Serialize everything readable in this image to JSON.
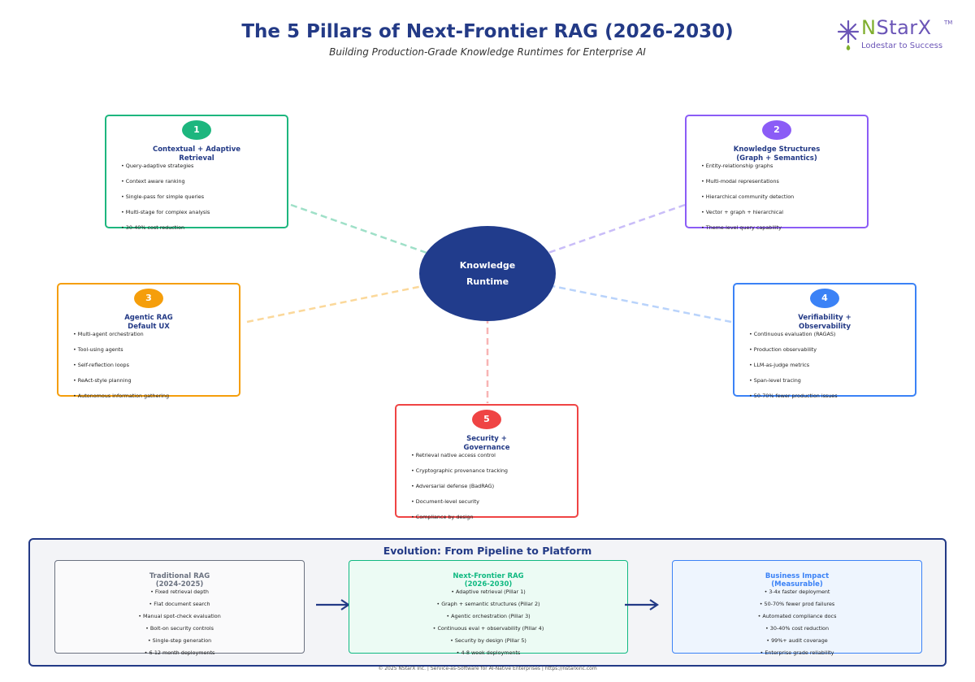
{
  "header": {
    "title": "The 5 Pillars of Next-Frontier RAG (2026-2030)",
    "subtitle": "Building Production-Grade Knowledge Runtimes for Enterprise AI"
  },
  "logo": {
    "name_n": "N",
    "name_rest": "StarX",
    "tm": "TM",
    "tagline": "Lodestar to Success",
    "icon": "asterisk-star-icon"
  },
  "hub": {
    "line1": "Knowledge",
    "line2": "Runtime",
    "color": "#213c8c"
  },
  "pillars": [
    {
      "number": "1",
      "title1": "Contextual + Adaptive",
      "title2": "Retrieval",
      "color": "#1db67e",
      "bullets": [
        "• Query-adaptive strategies",
        "• Context aware ranking",
        "• Single-pass for simple queries",
        "• Multi-stage for complex analysis",
        "• 30-40% cost reduction"
      ]
    },
    {
      "number": "2",
      "title1": "Knowledge Structures",
      "title2": "(Graph + Semantics)",
      "color": "#8b5cf6",
      "bullets": [
        "• Entity-relationship graphs",
        "• Multi-modal representations",
        "• Hierarchical community detection",
        "• Vector + graph + hierarchical",
        "• Theme-level query capability"
      ]
    },
    {
      "number": "3",
      "title1": "Agentic RAG",
      "title2": "Default UX",
      "color": "#f59e0b",
      "bullets": [
        "• Multi-agent orchestration",
        "• Tool-using agents",
        "• Self-reflection loops",
        "• ReAct-style planning",
        "• Autonomous information gathering"
      ]
    },
    {
      "number": "4",
      "title1": "Verifiability +",
      "title2": "Observability",
      "color": "#3b82f6",
      "bullets": [
        "• Continuous evaluation (RAGAS)",
        "• Production observability",
        "• LLM-as-judge metrics",
        "• Span-level tracing",
        "• 50-70% fewer production issues"
      ]
    },
    {
      "number": "5",
      "title1": "Security +",
      "title2": "Governance",
      "color": "#ef4444",
      "bullets": [
        "• Retrieval native access control",
        "• Cryptographic provenance tracking",
        "• Adversarial defense (BadRAG)",
        "• Document-level security",
        "• Compliance by design"
      ]
    }
  ],
  "evolution": {
    "title": "Evolution: From Pipeline to Platform",
    "stages": [
      {
        "title1": "Traditional RAG",
        "title2": "(2024-2025)",
        "color": "#6b7280",
        "bullets": [
          "• Fixed retrieval depth",
          "• Flat document search",
          "• Manual spot-check evaluation",
          "• Bolt-on security controls",
          "• Single-step generation",
          "• 6-12 month deployments"
        ]
      },
      {
        "title1": "Next-Frontier RAG",
        "title2": "(2026-2030)",
        "color": "#10b981",
        "bullets": [
          "• Adaptive retrieval (Pillar 1)",
          "• Graph + semantic structures (Pillar 2)",
          "• Agentic orchestration (Pillar 3)",
          "• Continuous eval + observability (Pillar 4)",
          "• Security by design (Pillar 5)",
          "• 4-8 week deployments"
        ]
      },
      {
        "title1": "Business Impact",
        "title2": "(Measurable)",
        "color": "#3b82f6",
        "bullets": [
          "• 3-4x faster deployment",
          "• 50-70% fewer prod failures",
          "• Automated compliance docs",
          "• 30-40% cost reduction",
          "• 99%+ audit coverage",
          "• Enterprise grade reliability"
        ]
      }
    ]
  },
  "footer": "© 2025 NStarX Inc. | Service-as-Software for AI-Native Enterprises | https://nstarxinc.com"
}
